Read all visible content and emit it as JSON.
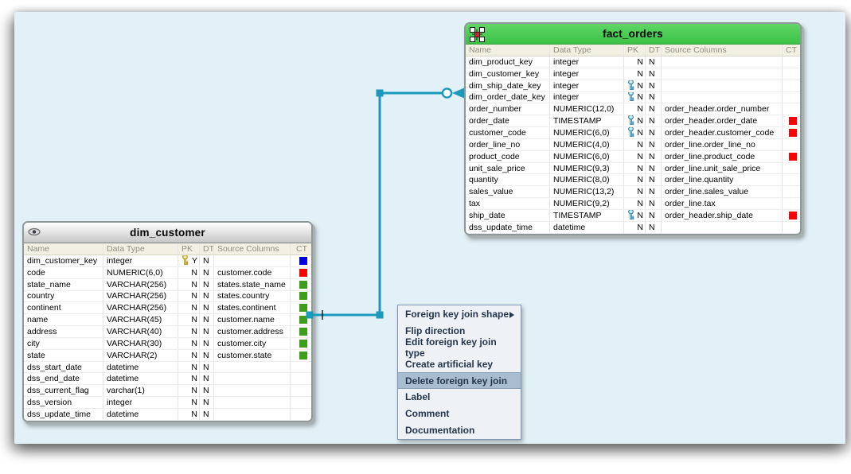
{
  "colors": {
    "canvas_bg": "#e2f1f7",
    "join_line": "#1a99bd",
    "fact_header_green": "#3cc247",
    "menu_highlight": "#a9bdd1",
    "ct_red": "#fd0000",
    "ct_green": "#3f9d1d",
    "ct_blue": "#0202df",
    "pk_key_gold": "#ecd15e",
    "fk_key_blue": "#9ed7ef"
  },
  "tables": [
    {
      "title": "fact_orders",
      "corner_icon": "selection-handles-icon",
      "columns": [
        "Name",
        "Data Type",
        "PK",
        "DT",
        "Source Columns",
        "CT"
      ],
      "rows": [
        {
          "name": "dim_product_key",
          "type": "integer",
          "key": "",
          "pk": "N",
          "dt": "N",
          "source": "",
          "ct": ""
        },
        {
          "name": "dim_customer_key",
          "type": "integer",
          "key": "",
          "pk": "N",
          "dt": "N",
          "source": "",
          "ct": ""
        },
        {
          "name": "dim_ship_date_key",
          "type": "integer",
          "key": "fk",
          "pk": "N",
          "dt": "N",
          "source": "",
          "ct": ""
        },
        {
          "name": "dim_order_date_key",
          "type": "integer",
          "key": "fk",
          "pk": "N",
          "dt": "N",
          "source": "",
          "ct": ""
        },
        {
          "name": "order_number",
          "type": "NUMERIC(12,0)",
          "key": "",
          "pk": "N",
          "dt": "N",
          "source": "order_header.order_number",
          "ct": ""
        },
        {
          "name": "order_date",
          "type": "TIMESTAMP",
          "key": "fk",
          "pk": "N",
          "dt": "N",
          "source": "order_header.order_date",
          "ct": "red"
        },
        {
          "name": "customer_code",
          "type": "NUMERIC(6,0)",
          "key": "fk",
          "pk": "N",
          "dt": "N",
          "source": "order_header.customer_code",
          "ct": "red"
        },
        {
          "name": "order_line_no",
          "type": "NUMERIC(4,0)",
          "key": "",
          "pk": "N",
          "dt": "N",
          "source": "order_line.order_line_no",
          "ct": ""
        },
        {
          "name": "product_code",
          "type": "NUMERIC(6,0)",
          "key": "",
          "pk": "N",
          "dt": "N",
          "source": "order_line.product_code",
          "ct": "red"
        },
        {
          "name": "unit_sale_price",
          "type": "NUMERIC(9,3)",
          "key": "",
          "pk": "N",
          "dt": "N",
          "source": "order_line.unit_sale_price",
          "ct": ""
        },
        {
          "name": "quantity",
          "type": "NUMERIC(8,0)",
          "key": "",
          "pk": "N",
          "dt": "N",
          "source": "order_line.quantity",
          "ct": ""
        },
        {
          "name": "sales_value",
          "type": "NUMERIC(13,2)",
          "key": "",
          "pk": "N",
          "dt": "N",
          "source": "order_line.sales_value",
          "ct": ""
        },
        {
          "name": "tax",
          "type": "NUMERIC(9,2)",
          "key": "",
          "pk": "N",
          "dt": "N",
          "source": "order_line.tax",
          "ct": ""
        },
        {
          "name": "ship_date",
          "type": "TIMESTAMP",
          "key": "fk",
          "pk": "N",
          "dt": "N",
          "source": "order_header.ship_date",
          "ct": "red"
        },
        {
          "name": "dss_update_time",
          "type": "datetime",
          "key": "",
          "pk": "N",
          "dt": "N",
          "source": "",
          "ct": ""
        }
      ]
    },
    {
      "title": "dim_customer",
      "corner_icon": "eye-icon",
      "columns": [
        "Name",
        "Data Type",
        "PK",
        "DT",
        "Source Columns",
        "CT"
      ],
      "rows": [
        {
          "name": "dim_customer_key",
          "type": "integer",
          "key": "pk",
          "pk": "Y",
          "dt": "N",
          "source": "",
          "ct": "blue"
        },
        {
          "name": "code",
          "type": "NUMERIC(6,0)",
          "key": "",
          "pk": "N",
          "dt": "N",
          "source": "customer.code",
          "ct": "red"
        },
        {
          "name": "state_name",
          "type": "VARCHAR(256)",
          "key": "",
          "pk": "N",
          "dt": "N",
          "source": "states.state_name",
          "ct": "green"
        },
        {
          "name": "country",
          "type": "VARCHAR(256)",
          "key": "",
          "pk": "N",
          "dt": "N",
          "source": "states.country",
          "ct": "green"
        },
        {
          "name": "continent",
          "type": "VARCHAR(256)",
          "key": "",
          "pk": "N",
          "dt": "N",
          "source": "states.continent",
          "ct": "green"
        },
        {
          "name": "name",
          "type": "VARCHAR(45)",
          "key": "",
          "pk": "N",
          "dt": "N",
          "source": "customer.name",
          "ct": "green"
        },
        {
          "name": "address",
          "type": "VARCHAR(40)",
          "key": "",
          "pk": "N",
          "dt": "N",
          "source": "customer.address",
          "ct": "green"
        },
        {
          "name": "city",
          "type": "VARCHAR(30)",
          "key": "",
          "pk": "N",
          "dt": "N",
          "source": "customer.city",
          "ct": "green"
        },
        {
          "name": "state",
          "type": "VARCHAR(2)",
          "key": "",
          "pk": "N",
          "dt": "N",
          "source": "customer.state",
          "ct": "green"
        },
        {
          "name": "dss_start_date",
          "type": "datetime",
          "key": "",
          "pk": "N",
          "dt": "N",
          "source": "",
          "ct": ""
        },
        {
          "name": "dss_end_date",
          "type": "datetime",
          "key": "",
          "pk": "N",
          "dt": "N",
          "source": "",
          "ct": ""
        },
        {
          "name": "dss_current_flag",
          "type": "varchar(1)",
          "key": "",
          "pk": "N",
          "dt": "N",
          "source": "",
          "ct": ""
        },
        {
          "name": "dss_version",
          "type": "integer",
          "key": "",
          "pk": "N",
          "dt": "N",
          "source": "",
          "ct": ""
        },
        {
          "name": "dss_update_time",
          "type": "datetime",
          "key": "",
          "pk": "N",
          "dt": "N",
          "source": "",
          "ct": ""
        }
      ]
    }
  ],
  "context_menu": {
    "items": [
      {
        "label": "Foreign key join shape",
        "submenu": true,
        "highlighted": false
      },
      {
        "label": "Flip direction",
        "submenu": false,
        "highlighted": false
      },
      {
        "label": "Edit foreign key join type",
        "submenu": false,
        "highlighted": false
      },
      {
        "label": "Create artificial key",
        "submenu": false,
        "highlighted": false
      },
      {
        "label": "Delete foreign key join",
        "submenu": false,
        "highlighted": true
      },
      {
        "label": "Label",
        "submenu": false,
        "highlighted": false
      },
      {
        "label": "Comment",
        "submenu": false,
        "highlighted": false
      },
      {
        "label": "Documentation",
        "submenu": false,
        "highlighted": false
      }
    ]
  }
}
